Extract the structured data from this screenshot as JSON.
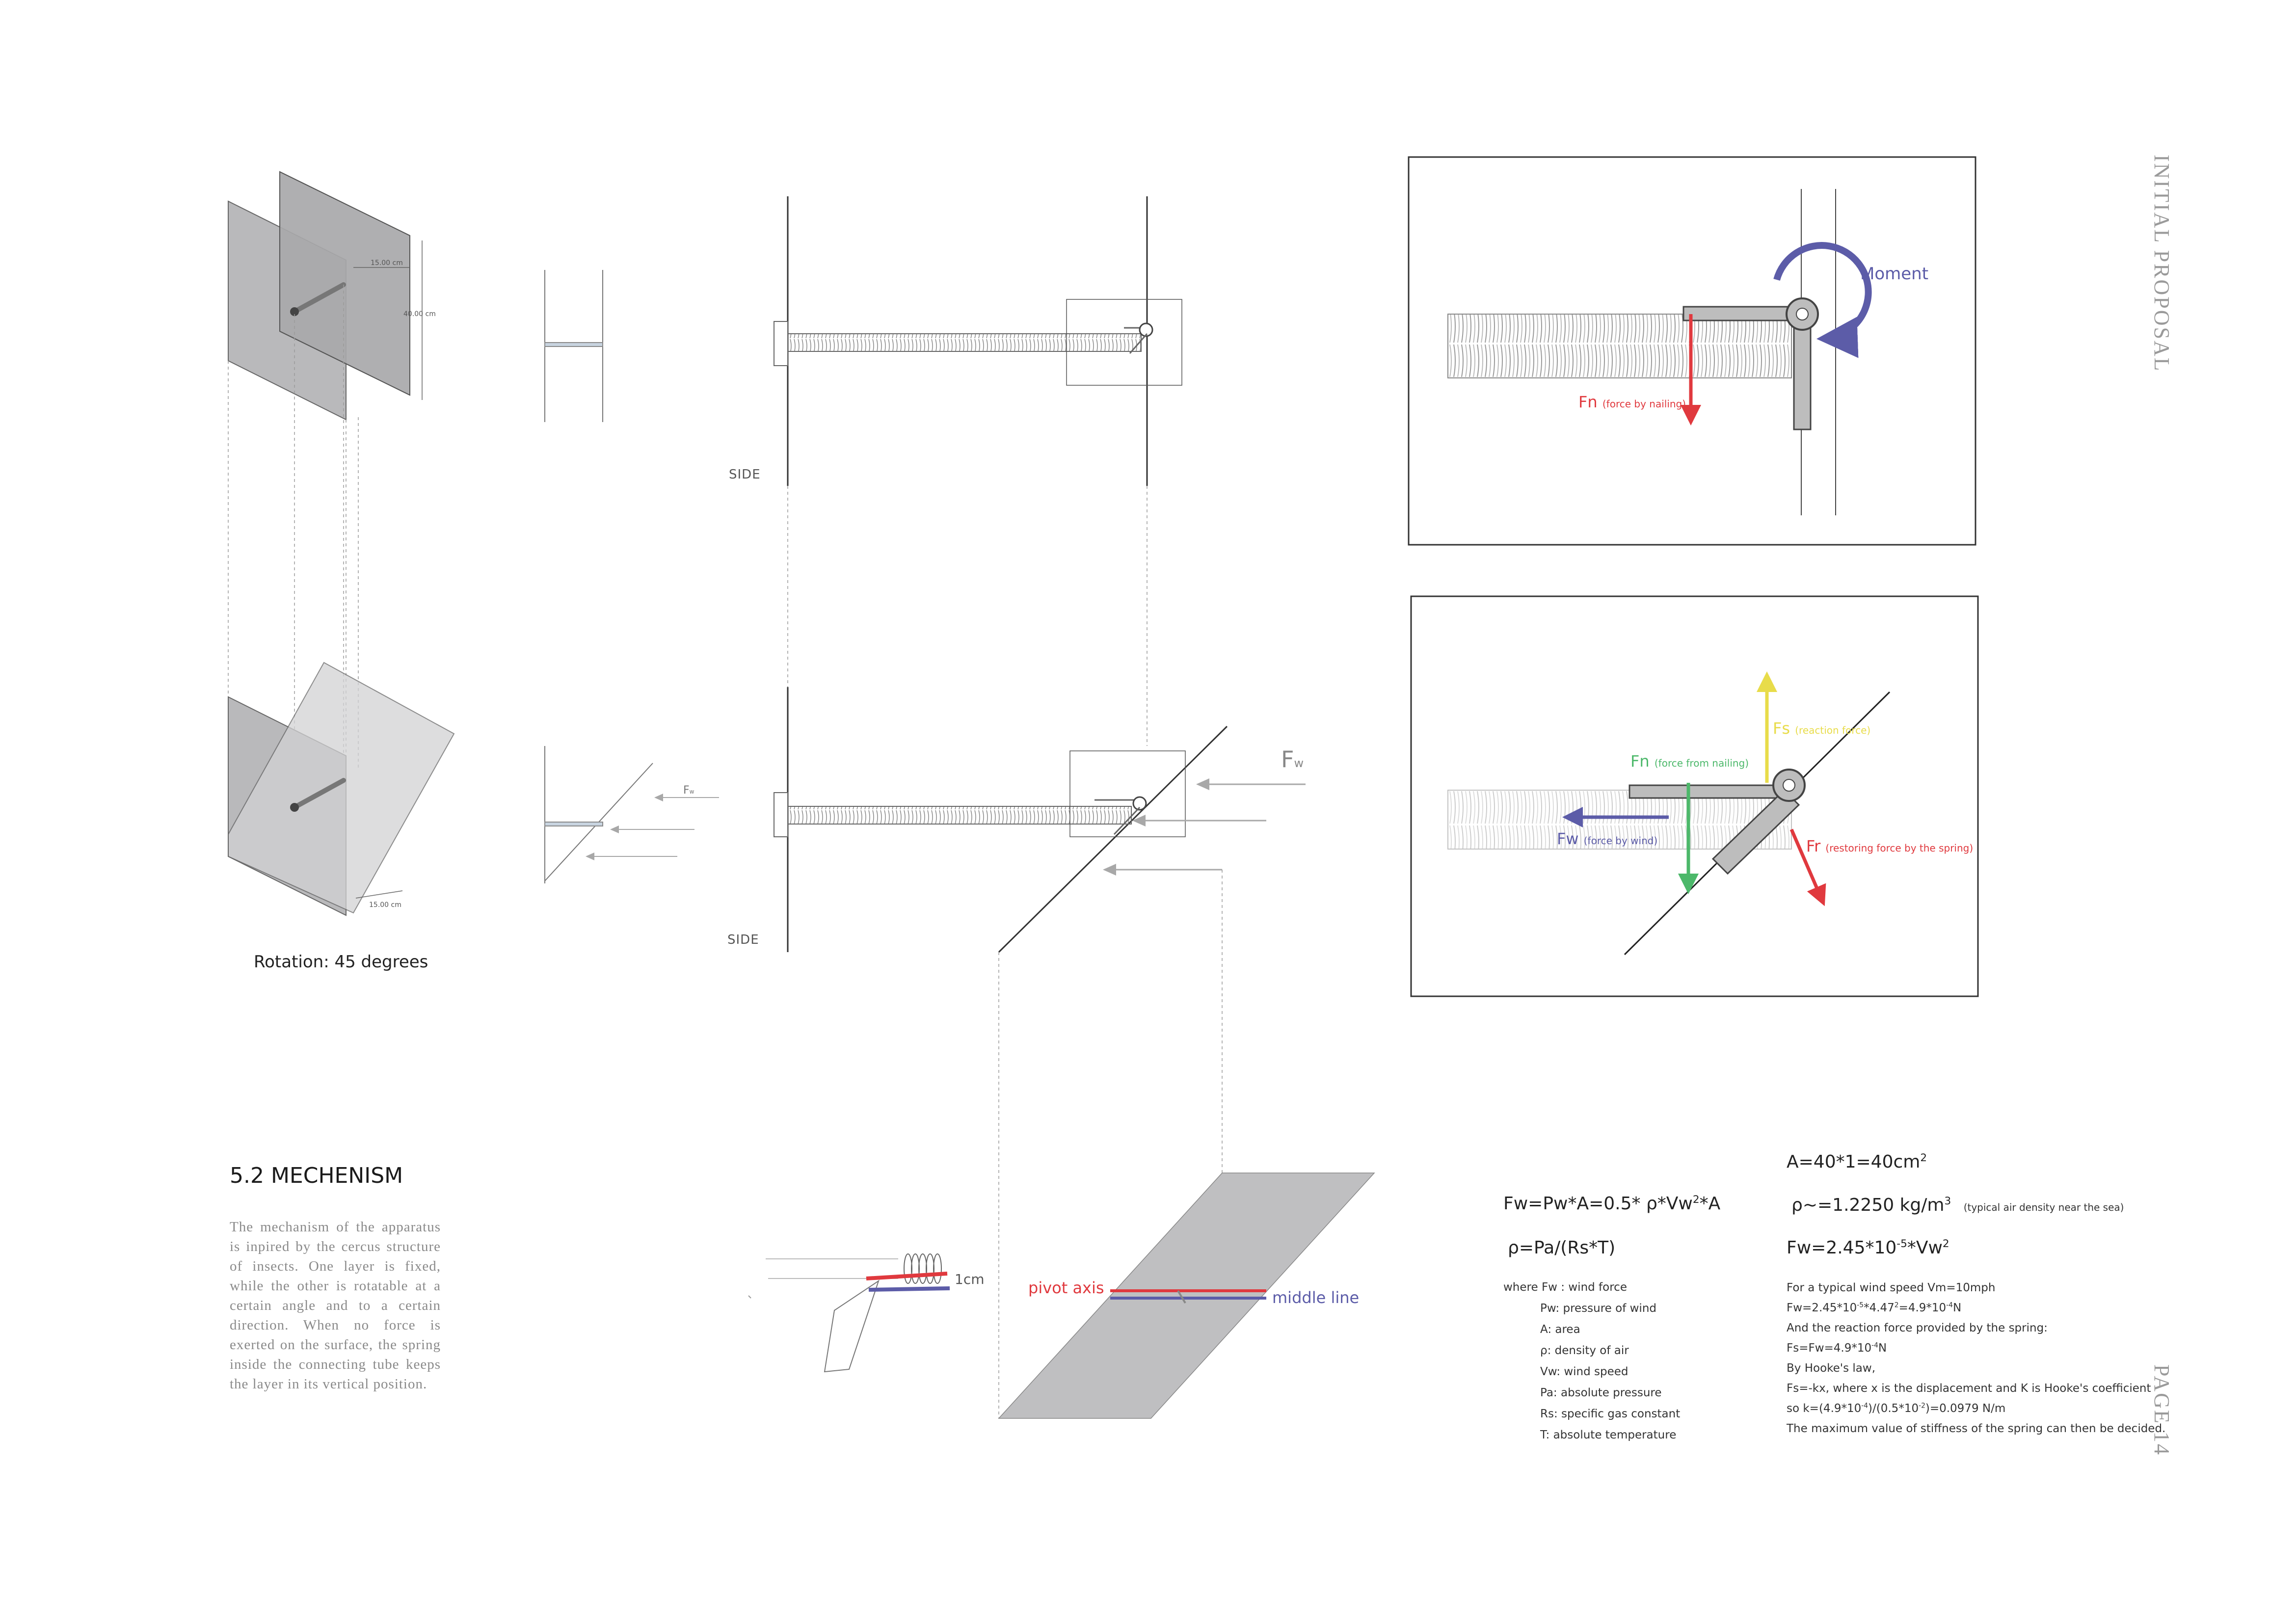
{
  "side_label_top": "SIDE",
  "side_label_bottom": "SIDE",
  "dim_width_top": "15.00 cm",
  "dim_height_top": "40.00 cm",
  "dim_width_bottom": "15.00 cm",
  "rotation_caption": "Rotation: 45 degrees",
  "fw_small": "F",
  "fw_small_sub": "w",
  "fw_large": "F",
  "fw_large_sub": "w",
  "one_cm": "1cm",
  "pivot_axis": "pivot axis",
  "middle_line": "middle line",
  "section_title": "5.2 MECHENISM",
  "description": "The mechanism of the apparatus is inpired by the cercus structure of insects. One layer is fixed, while the other is rotatable at a certain angle and to a certain direction. When no force is exerted on the surface, the spring inside the connecting tube keeps the layer in its vertical position.",
  "moment_label": "Moment",
  "fn_nailing": "Fn",
  "fn_nailing_sub": "(force by nailing)",
  "fs_label": "Fs",
  "fs_sub": "(reaction force)",
  "fn_from_nailing": "Fn",
  "fn_from_nailing_sub": "(force from nailing)",
  "fw_wind": "Fw",
  "fw_wind_sub": "(force by wind)",
  "fr_label": "Fr",
  "fr_sub": "(restoring force by the spring)",
  "formulas": {
    "fw_formula_a": "Fw=Pw*A=0.5* ρ*Vw",
    "fw_formula_sup": "2",
    "fw_formula_b": "*A",
    "rho_formula": "ρ=Pa/(Rs*T)",
    "area_a": "A=40*1=40cm",
    "area_sup": "2",
    "rho_value_a": "ρ~=1.2250 kg/m",
    "rho_value_sup": "3",
    "rho_value_note": "(typical air density near the sea)",
    "fw_value_a": "Fw=2.45*10",
    "fw_value_sup1": "-5",
    "fw_value_b": "*Vw",
    "fw_value_sup2": "2"
  },
  "where_list": [
    "where Fw : wind force",
    "Pw: pressure of wind",
    "A: area",
    "ρ: density of air",
    "Vw: wind speed",
    "Pa: absolute pressure",
    "Rs: specific gas constant",
    "T: absolute temperature"
  ],
  "calc_lines": {
    "l1": "For a typical wind speed Vm=10mph",
    "l2a": "Fw=2.45*10",
    "l2s1": "-5",
    "l2b": "*4.47",
    "l2s2": "2",
    "l2c": "=4.9*10",
    "l2s3": "-4",
    "l2d": "N",
    "l3": "And the reaction force provided by the spring:",
    "l4a": "Fs=Fw=4.9*10",
    "l4s": "-4",
    "l4b": "N",
    "l5": "By Hooke's law,",
    "l6": "Fs=-kx, where x is the displacement and K is Hooke's coefficient",
    "l7a": "so k=(4.9*10",
    "l7s1": "-4",
    "l7b": ")/(0.5*10",
    "l7s2": "-2",
    "l7c": ")=0.0979 N/m",
    "l8": "The maximum value of stiffness of the spring can then be decided."
  },
  "vertical_title": "INITIAL PROPOSAL",
  "page_label": "PAGE  14",
  "colors": {
    "red": "#e0393e",
    "blue": "#5c5ca8",
    "green": "#4cb86a",
    "yellow": "#e8dc4a",
    "panel_gray": "#b9b9bb",
    "arrow_gray": "#a8a8a8"
  }
}
